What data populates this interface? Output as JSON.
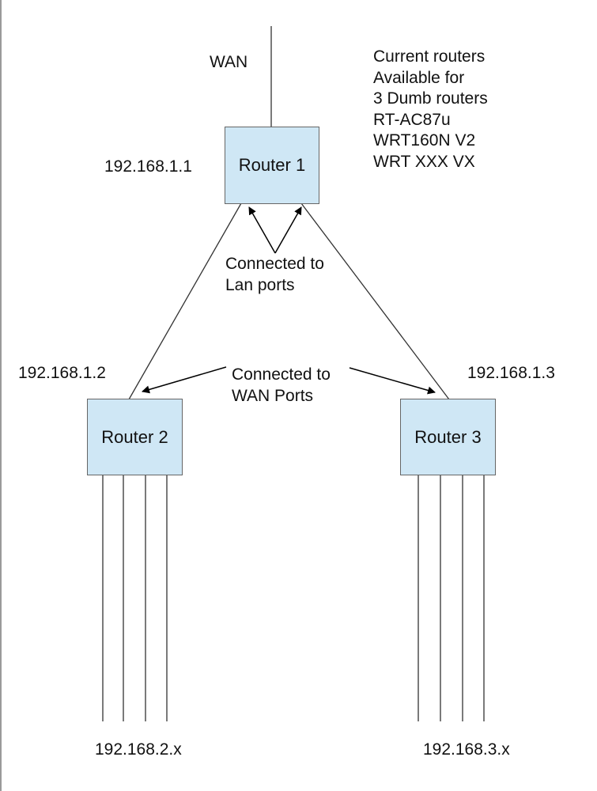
{
  "wan_label": "WAN",
  "notes": [
    "Current routers",
    "Available for",
    "3 Dumb routers",
    "RT-AC87u",
    "WRT160N V2",
    "WRT XXX  VX"
  ],
  "routers": {
    "r1": {
      "name": "Router 1",
      "ip": "192.168.1.1"
    },
    "r2": {
      "name": "Router 2",
      "ip": "192.168.1.2",
      "subnet": "192.168.2.x"
    },
    "r3": {
      "name": "Router 3",
      "ip": "192.168.1.3",
      "subnet": "192.168.3.x"
    }
  },
  "annotations": {
    "lan": [
      "Connected to",
      "Lan ports"
    ],
    "wan": [
      "Connected to",
      "WAN Ports"
    ]
  },
  "colors": {
    "box_fill": "#cfe7f5",
    "line": "#333333"
  }
}
